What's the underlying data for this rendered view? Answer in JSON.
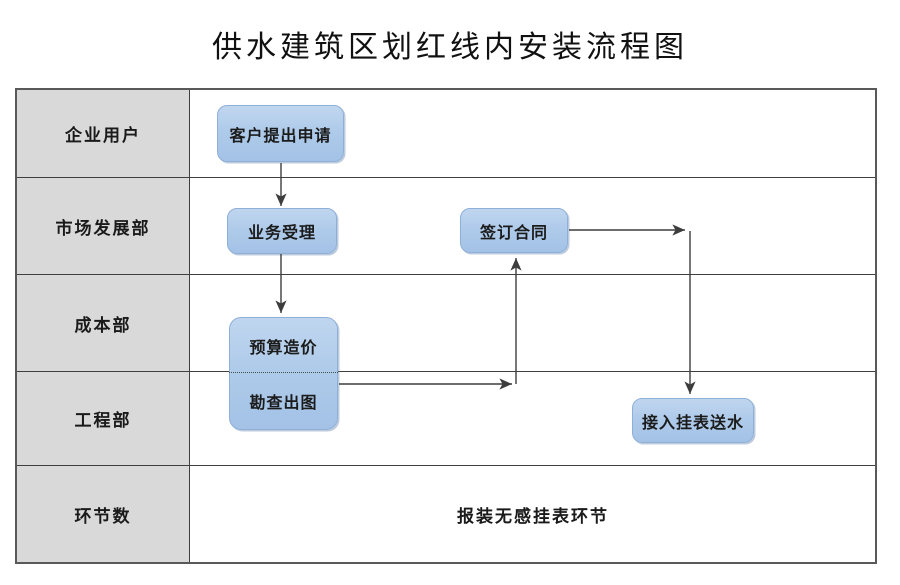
{
  "diagram": {
    "title": "供水建筑区划红线内安装流程图",
    "lanes": [
      "企业用户",
      "市场发展部",
      "成本部",
      "工程部",
      "环节数"
    ],
    "nodes": {
      "apply": "客户提出申请",
      "accept": "业务受理",
      "contract": "签订合同",
      "budget": "预算造价",
      "survey": "勘查出图",
      "connect": "接入挂表送水"
    },
    "footer": "报装无感挂表环节",
    "edges": [
      {
        "from": "apply",
        "to": "accept"
      },
      {
        "from": "accept",
        "to": "budget"
      },
      {
        "from": "survey",
        "to": "contract"
      },
      {
        "from": "contract",
        "to": "connect"
      }
    ],
    "colors": {
      "node_fill": "#aecbe8",
      "node_border": "#8eafd8",
      "lane_header_bg": "#d9d9d9",
      "line": "#3d3d3d"
    }
  }
}
